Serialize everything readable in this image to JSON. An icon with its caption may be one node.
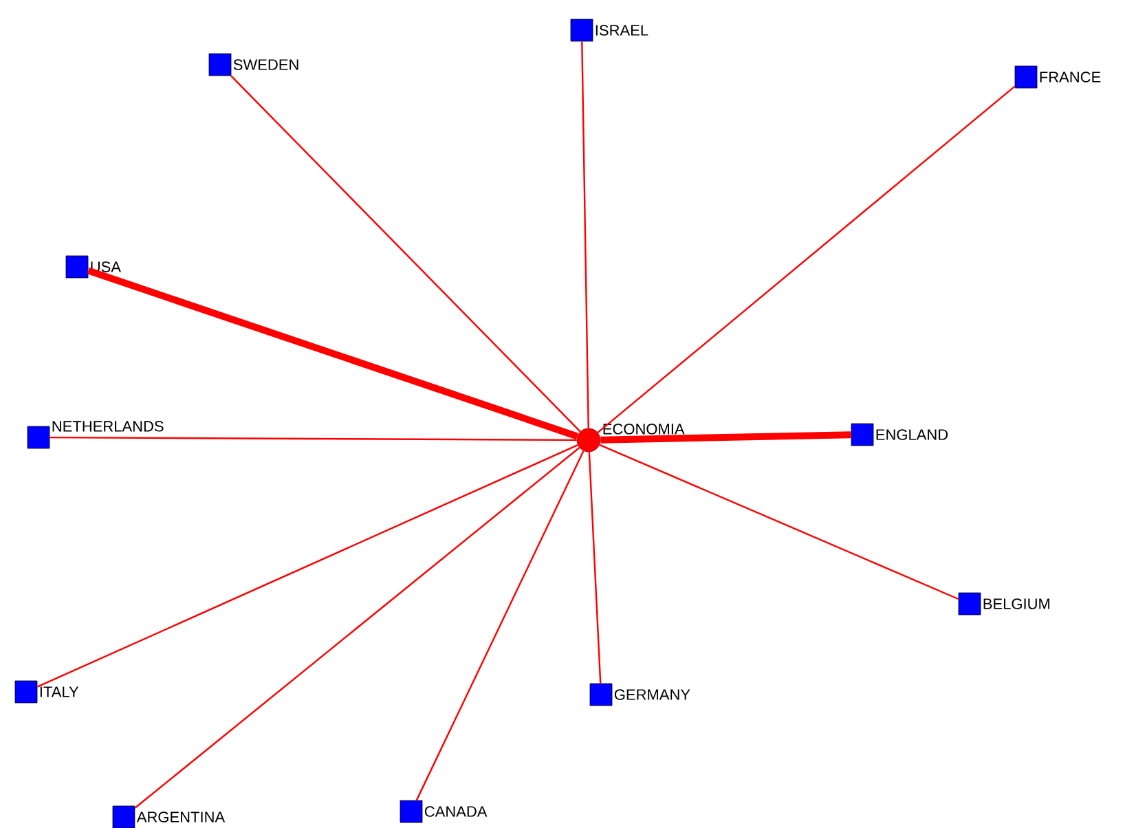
{
  "diagram": {
    "nodes": [
      {
        "text": [
          "ECONOMIA"
        ]
      },
      {
        "text": [
          "ISRAEL"
        ]
      },
      {
        "text": [
          "SWEDEN"
        ]
      },
      {
        "text": [
          "FRANCE"
        ]
      },
      {
        "text": [
          "USA"
        ]
      },
      {
        "text": [
          "NETHERLANDS"
        ]
      },
      {
        "text": [
          "ENGLAND"
        ]
      },
      {
        "text": [
          "BELGIUM"
        ]
      },
      {
        "text": [
          "ITALY"
        ]
      },
      {
        "text": [
          "GERMANY"
        ]
      },
      {
        "text": [
          "CANADA"
        ]
      },
      {
        "text": [
          "ARGENTINA"
        ]
      }
    ],
    "edges": [
      {
        "from": 0,
        "to": 1,
        "arrow": "none"
      },
      {
        "from": 0,
        "to": 2,
        "arrow": "none"
      },
      {
        "from": 0,
        "to": 3,
        "arrow": "none"
      },
      {
        "from": 0,
        "to": 4,
        "arrow": "none",
        "style": "thick"
      },
      {
        "from": 0,
        "to": 5,
        "arrow": "none"
      },
      {
        "from": 0,
        "to": 6,
        "arrow": "none",
        "style": "thick"
      },
      {
        "from": 0,
        "to": 7,
        "arrow": "none"
      },
      {
        "from": 0,
        "to": 8,
        "arrow": "none"
      },
      {
        "from": 0,
        "to": 9,
        "arrow": "none"
      },
      {
        "from": 0,
        "to": 10,
        "arrow": "none"
      },
      {
        "from": 0,
        "to": 11,
        "arrow": "none"
      }
    ]
  }
}
